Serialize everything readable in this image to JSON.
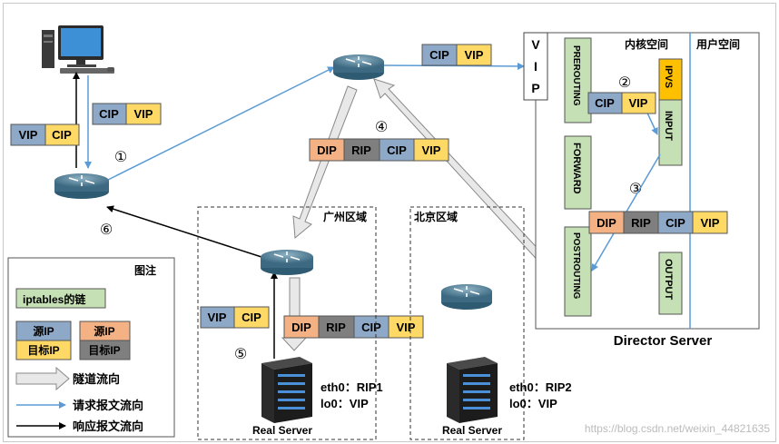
{
  "packets": {
    "cip": "CIP",
    "vip": "VIP",
    "dip": "DIP",
    "rip": "RIP"
  },
  "colors": {
    "blue_cell": "#8ea9c8",
    "yellow_cell": "#ffd966",
    "orange_cell": "#f4b183",
    "gray_cell": "#7f7f7f",
    "chain_green": "#c5e0b4",
    "ipvs_orange": "#ffc000",
    "request_arrow": "#5b9bd5",
    "response_arrow": "#000000"
  },
  "steps": [
    "①",
    "②",
    "③",
    "④",
    "⑤",
    "⑥"
  ],
  "director": {
    "vip_letters": [
      "V",
      "I",
      "P"
    ],
    "kernel_space": "内核空间",
    "user_space": "用户空间",
    "chains": {
      "prerouting": "PREROUTING",
      "forward": "FORWARD",
      "postrouting": "POSTROUTING",
      "input": "INPUT",
      "output": "OUTPUT",
      "ipvs": "IPVS"
    },
    "label": "Director Server"
  },
  "zones": {
    "guangzhou": "广州区域",
    "beijing": "北京区域"
  },
  "real_servers": [
    {
      "name": "Real Server",
      "eth0": "eth0：RIP1",
      "lo0": "lo0：VIP"
    },
    {
      "name": "Real Server",
      "eth0": "eth0：RIP2",
      "lo0": "lo0：VIP"
    }
  ],
  "legend": {
    "title": "图注",
    "chain": "iptables的链",
    "src_ip": "源IP",
    "dst_ip": "目标IP",
    "tunnel": "隧道流向",
    "request": "请求报文流向",
    "response": "响应报文流向"
  },
  "watermark": "https://blog.csdn.net/weixin_44821635"
}
